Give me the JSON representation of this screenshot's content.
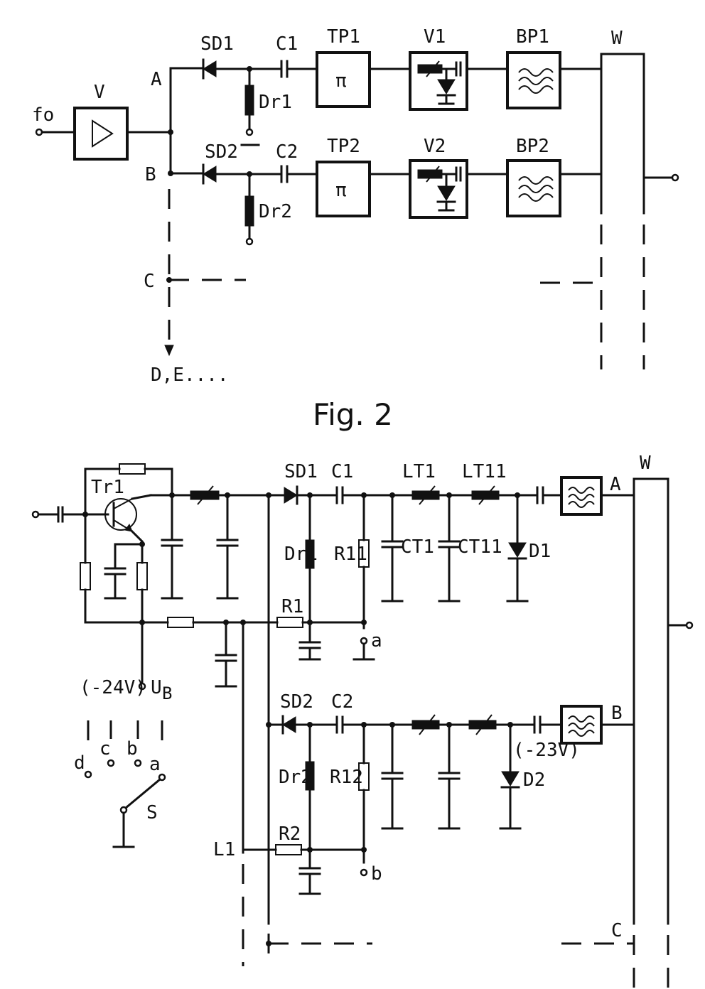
{
  "fig1": {
    "input": "fo",
    "amp": "V",
    "nodes": [
      "A",
      "B",
      "C"
    ],
    "more": "D,E....",
    "diodes": [
      "SD1",
      "SD2"
    ],
    "caps": [
      "C1",
      "C2"
    ],
    "chokes": [
      "Dr1",
      "Dr2"
    ],
    "lowpass": [
      "TP1",
      "TP2"
    ],
    "varactor": [
      "V1",
      "V2"
    ],
    "bandpass": [
      "BP1",
      "BP2"
    ],
    "combiner": "W",
    "lp_symbol": "π"
  },
  "caption": "Fig. 2",
  "fig2": {
    "transistor": "Tr1",
    "diodes": [
      "SD1",
      "SD2"
    ],
    "caps": [
      "C1",
      "C2"
    ],
    "inductors": [
      "LT1",
      "LT11"
    ],
    "trim_caps": [
      "CT1",
      "CT11"
    ],
    "chokes": [
      "Dr1",
      "Dr2"
    ],
    "resistors": [
      "R11",
      "R12",
      "R1",
      "R2"
    ],
    "tune_diodes": [
      "D1",
      "D2"
    ],
    "combiner": "W",
    "outputs": [
      "A",
      "B",
      "C"
    ],
    "switch_contacts": [
      "a",
      "b"
    ],
    "switch_positions": [
      "d",
      "c",
      "b",
      "a"
    ],
    "switch": "S",
    "supply_voltage": "(-24V)",
    "supply": "U",
    "supply_sub": "B",
    "line": "L1",
    "bias_voltage": "(-23V)"
  }
}
